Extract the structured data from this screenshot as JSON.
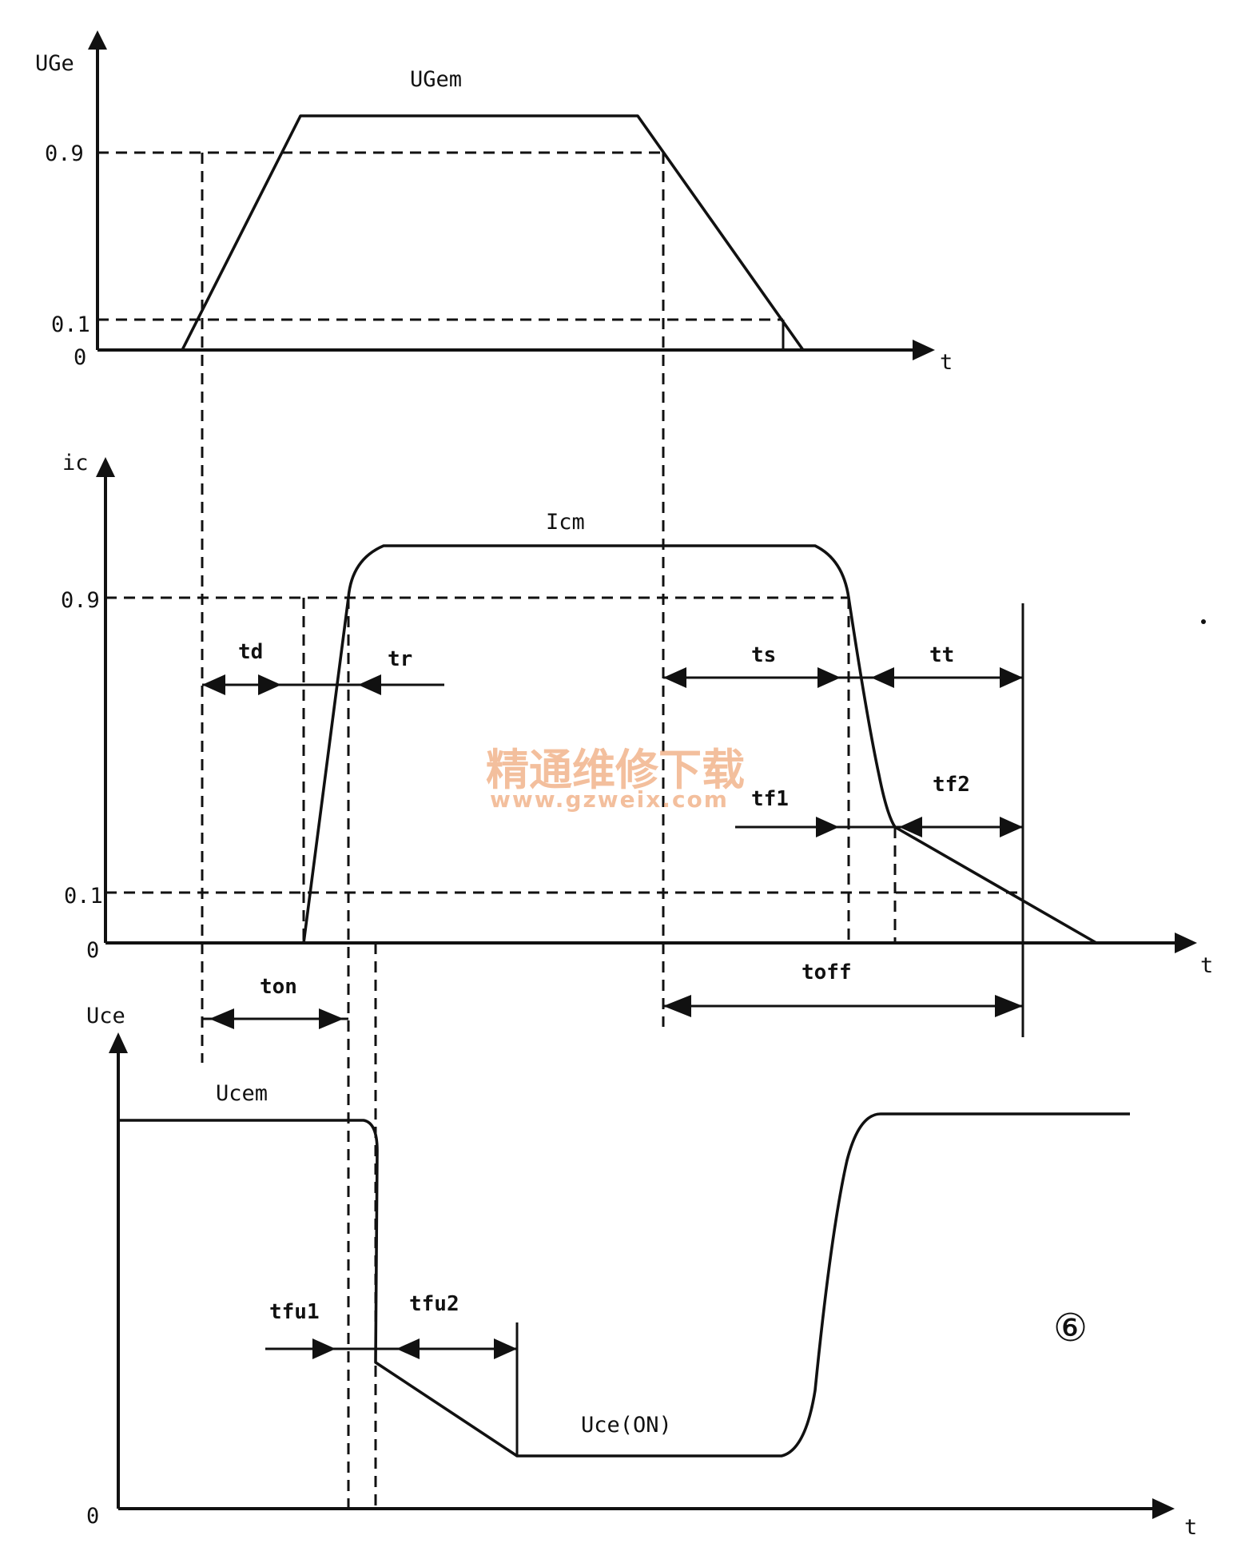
{
  "panel_ugs": {
    "y_axis_label": "UGe",
    "peak_label": "UGem",
    "tick_09": "0.9",
    "tick_01": "0.1",
    "tick_0": "0",
    "x_axis_label": "t"
  },
  "panel_ic": {
    "y_axis_label": "ic",
    "peak_label": "Icm",
    "tick_09": "0.9",
    "tick_01": "0.1",
    "tick_0": "0",
    "x_axis_label": "t",
    "td": "td",
    "tr": "tr",
    "ts": "ts",
    "tt": "tt",
    "tf1": "tf1",
    "tf2": "tf2",
    "toff": "toff",
    "ton": "ton"
  },
  "panel_uce": {
    "y_axis_label": "Uce",
    "peak_label": "Ucem",
    "on_label": "Uce(ON)",
    "tick_0": "0",
    "x_axis_label": "t",
    "tfu1": "tfu1",
    "tfu2": "tfu2"
  },
  "figure_number": "⑥",
  "watermark": {
    "line1": "精通维修下载",
    "line2": "www.gzweix.com"
  },
  "colors": {
    "ink": "#111111",
    "watermark": "#f2b48c"
  }
}
